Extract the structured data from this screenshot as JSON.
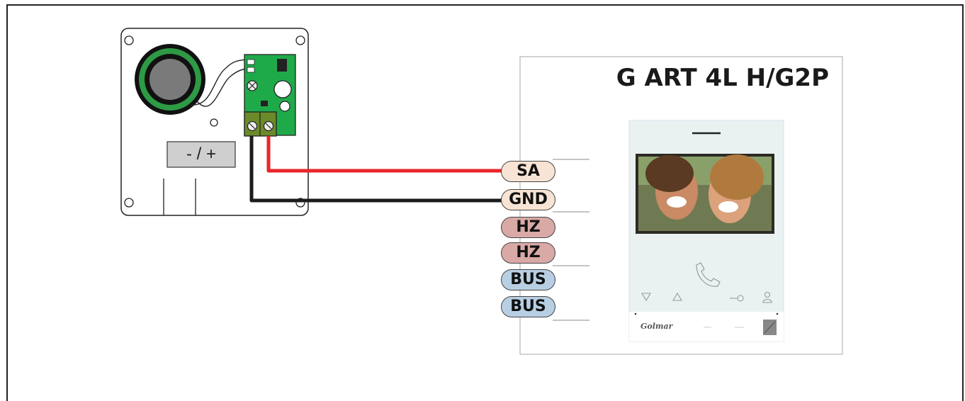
{
  "model": {
    "title": "G ART 4L H/G2P"
  },
  "speaker_panel": {
    "sign_label": "- / +"
  },
  "terminals": [
    {
      "label": "SA",
      "color": "#f8e4d4"
    },
    {
      "label": "GND",
      "color": "#f8e4d4"
    },
    {
      "label": "HZ",
      "color": "#d9a9a6"
    },
    {
      "label": "HZ",
      "color": "#d9a9a6"
    },
    {
      "label": "BUS",
      "color": "#b8cfe3"
    },
    {
      "label": "BUS",
      "color": "#b8cfe3"
    }
  ],
  "monitor": {
    "brand": "Golmar",
    "photo_description_icon": "photo-icon"
  },
  "wires": {
    "red": "#e8262a",
    "black": "#1c1c1c"
  },
  "colors": {
    "pcb": "#1faa4a",
    "speaker_ring": "#1f8f3a",
    "terminal_block": "#6b8a2a"
  }
}
